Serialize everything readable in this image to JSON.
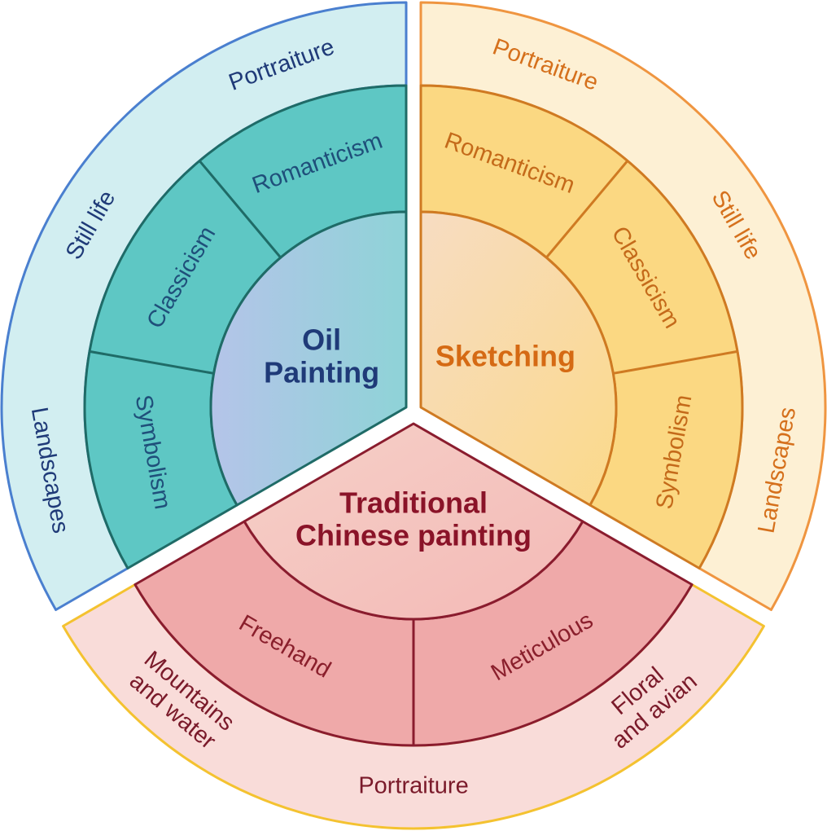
{
  "sectors": [
    {
      "id": "oil",
      "title_lines": [
        "Oil",
        "Painting"
      ],
      "styles": [
        "Symbolism",
        "Classicism",
        "Romanticism"
      ],
      "subjects": [
        "Landscapes",
        "Still life",
        "Portraiture"
      ],
      "colors": {
        "outer_fill": "#d2eef1",
        "outer_stroke": "#4a7fcf",
        "middle_fill": "#5ec7c4",
        "middle_stroke": "#1f6b67",
        "inner_from": "#b5c4e9",
        "inner_to": "#8ed3d7",
        "title_text": "#1f3a78",
        "style_text": "#1f4f7a",
        "subject_text": "#1f3a78"
      }
    },
    {
      "id": "sketch",
      "title_lines": [
        "Sketching"
      ],
      "styles": [
        "Romanticism",
        "Classicism",
        "Symbolism"
      ],
      "subjects": [
        "Portraiture",
        "Still life",
        "Landscapes"
      ],
      "colors": {
        "outer_fill": "#fdf0d4",
        "outer_stroke": "#ef9540",
        "middle_fill": "#fbd882",
        "middle_stroke": "#cf7a22",
        "inner_from": "#f7dcc2",
        "inner_to": "#fbd98a",
        "title_text": "#d56a14",
        "style_text": "#c46a1a",
        "subject_text": "#d5701c"
      }
    },
    {
      "id": "chinese",
      "title_lines": [
        "Traditional",
        "Chinese painting"
      ],
      "styles": [
        "Meticulous",
        "Freehand"
      ],
      "subjects": [
        "Floral|and avian",
        "Portraiture",
        "Mountains|and water"
      ],
      "colors": {
        "outer_fill": "#f9dcd9",
        "outer_stroke": "#f4c230",
        "middle_fill": "#efa9a9",
        "middle_stroke": "#8a1c2e",
        "inner_from": "#f6d0c8",
        "inner_to": "#f3b9b6",
        "title_text": "#8a1328",
        "style_text": "#8a1f2c",
        "subject_text": "#7a1a2a"
      }
    }
  ]
}
